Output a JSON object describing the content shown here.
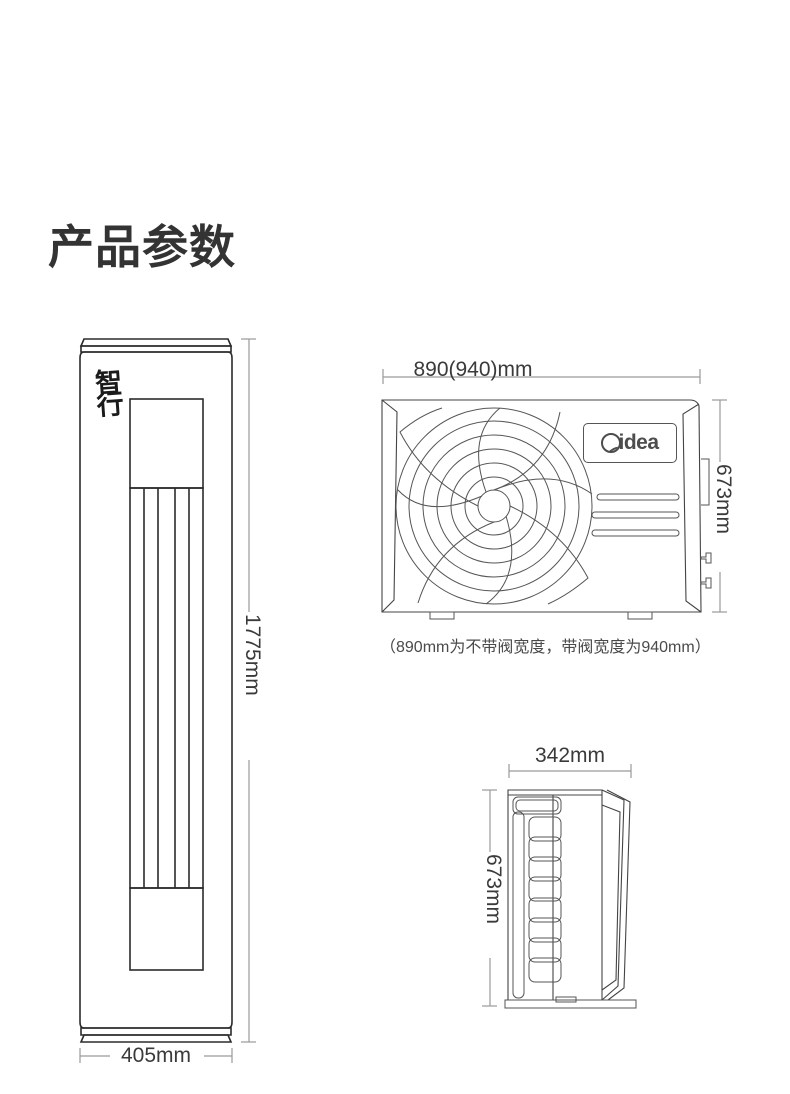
{
  "page": {
    "title": "产品参数",
    "background_color": "#ffffff",
    "line_color": "#2b2b2b",
    "dimension_color": "#9a9a9a",
    "text_color": "#3a3a3a"
  },
  "indoor_unit": {
    "name": "floor-standing-indoor-unit",
    "brand_mark_line1": "智",
    "brand_mark_line2": "行",
    "height_label": "1775mm",
    "width_label": "405mm"
  },
  "outdoor_unit_front": {
    "name": "outdoor-unit-front-view",
    "brand_text": "idea",
    "width_label": "890(940)mm",
    "height_label": "673mm",
    "note": "（890mm为不带阀宽度，带阀宽度为940mm）"
  },
  "outdoor_unit_side": {
    "name": "outdoor-unit-side-view",
    "width_label": "342mm",
    "height_label": "673mm"
  }
}
